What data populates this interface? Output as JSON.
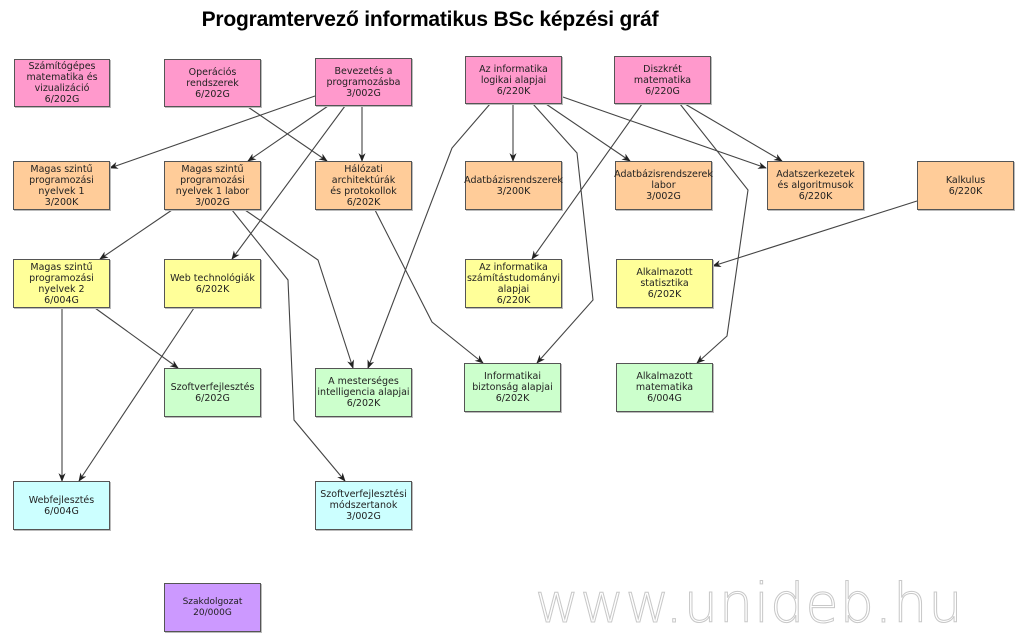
{
  "title": "Programtervező informatikus BSc képzési gráf",
  "watermark": "www.unideb.hu",
  "colors": {
    "semester1": "#ff99cc",
    "semester2": "#ffcc99",
    "semester3": "#ffff99",
    "semester4": "#ccffcc",
    "semester5": "#ccffff",
    "thesis": "#cc99ff",
    "edge": "#444444"
  },
  "nodes": [
    {
      "id": "szamgep",
      "label": "Számítógépes\nmatematika és\nvizualizáció\n6/202G",
      "color": "pink"
    },
    {
      "id": "oprend",
      "label": "Operációs\nrendszerek\n6/202G",
      "color": "pink"
    },
    {
      "id": "bevprog",
      "label": "Bevezetés a\nprogramozásba\n3/002G",
      "color": "pink"
    },
    {
      "id": "logika",
      "label": "Az informatika\nlogikai alapjai\n6/220K",
      "color": "pink"
    },
    {
      "id": "diszkret",
      "label": "Diszkrét\nmatematika\n6/220G",
      "color": "pink"
    },
    {
      "id": "magas1",
      "label": "Magas szintű\nprogramozási\nnyelvek 1\n3/200K",
      "color": "orange"
    },
    {
      "id": "magas1lab",
      "label": "Magas szintű\nprogramozási\nnyelvek 1 labor\n3/002G",
      "color": "orange"
    },
    {
      "id": "halozat",
      "label": "Hálózati\narchitektúrák\nés protokollok\n6/202K",
      "color": "orange"
    },
    {
      "id": "adatb",
      "label": "Adatbázisrendszerek\n3/200K",
      "color": "orange"
    },
    {
      "id": "adatblab",
      "label": "Adatbázisrendszerek\nlabor\n3/002G",
      "color": "orange"
    },
    {
      "id": "adatszerk",
      "label": "Adatszerkezetek\nés algoritmusok\n6/220K",
      "color": "orange"
    },
    {
      "id": "kalkulus",
      "label": "Kalkulus\n6/220K",
      "color": "orange"
    },
    {
      "id": "magas2",
      "label": "Magas szintű\nprogramozási\nnyelvek 2\n6/004G",
      "color": "yellow"
    },
    {
      "id": "webtech",
      "label": "Web technológiák\n6/202K",
      "color": "yellow"
    },
    {
      "id": "szamtud",
      "label": "Az informatika\nszámítástudományi\nalapjai\n6/220K",
      "color": "yellow"
    },
    {
      "id": "statisztika",
      "label": "Alkalmazott\nstatisztika\n6/202K",
      "color": "yellow"
    },
    {
      "id": "szoftfejl",
      "label": "Szoftverfejlesztés\n6/202G",
      "color": "green"
    },
    {
      "id": "mi",
      "label": "A mesterséges\nintelligencia alapjai\n6/202K",
      "color": "green"
    },
    {
      "id": "biztonsag",
      "label": "Informatikai\nbiztonság alapjai\n6/202K",
      "color": "green"
    },
    {
      "id": "alkmat",
      "label": "Alkalmazott\nmatematika\n6/004G",
      "color": "green"
    },
    {
      "id": "webfejl",
      "label": "Webfejlesztés\n6/004G",
      "color": "cyan"
    },
    {
      "id": "szoftmod",
      "label": "Szoftverfejlesztési\nmódszertanok\n3/002G",
      "color": "cyan"
    },
    {
      "id": "szakdolg",
      "label": "Szakdolgozat\n20/000G",
      "color": "purple"
    }
  ],
  "edges": [
    {
      "from": "bevprog",
      "to": "magas1"
    },
    {
      "from": "bevprog",
      "to": "magas1lab"
    },
    {
      "from": "bevprog",
      "to": "halozat"
    },
    {
      "from": "bevprog",
      "to": "webtech"
    },
    {
      "from": "oprend",
      "to": "halozat"
    },
    {
      "from": "logika",
      "to": "adatb"
    },
    {
      "from": "logika",
      "to": "adatblab"
    },
    {
      "from": "logika",
      "to": "adatszerk"
    },
    {
      "from": "logika",
      "to": "mi"
    },
    {
      "from": "logika",
      "to": "biztonsag"
    },
    {
      "from": "diszkret",
      "to": "adatszerk"
    },
    {
      "from": "diszkret",
      "to": "szamtud"
    },
    {
      "from": "diszkret",
      "to": "alkmat"
    },
    {
      "from": "kalkulus",
      "to": "statisztika"
    },
    {
      "from": "magas1lab",
      "to": "magas2"
    },
    {
      "from": "magas1lab",
      "to": "mi"
    },
    {
      "from": "magas1lab",
      "to": "szoftmod"
    },
    {
      "from": "halozat",
      "to": "biztonsag"
    },
    {
      "from": "magas2",
      "to": "szoftfejl"
    },
    {
      "from": "magas2",
      "to": "webfejl"
    },
    {
      "from": "webtech",
      "to": "webfejl"
    }
  ]
}
